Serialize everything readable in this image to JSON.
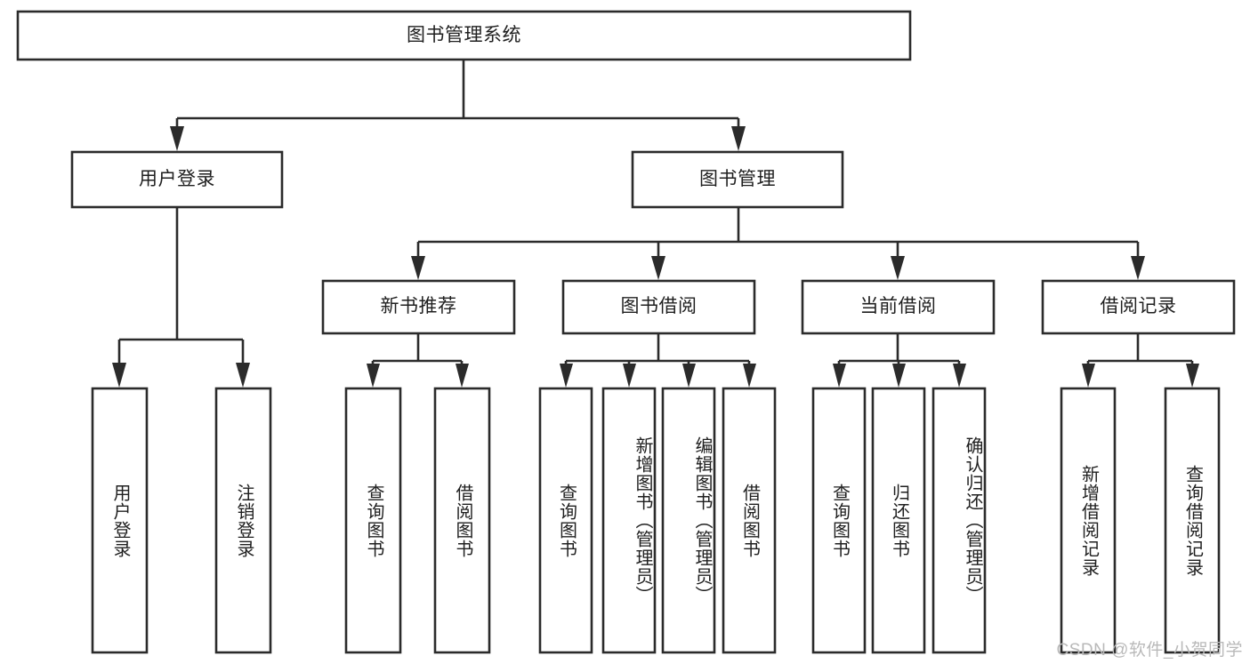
{
  "diagram": {
    "type": "tree",
    "title": "图书管理系统",
    "watermark": "CSDN @软件_小贺同学",
    "colors": {
      "background": "#ffffff",
      "stroke": "#2b2b2b",
      "box_fill": "#ffffff",
      "text": "#1f1f1f",
      "watermark": "#b9b9b9"
    },
    "root": {
      "label": "图书管理系统"
    },
    "level2": [
      {
        "label": "用户登录"
      },
      {
        "label": "图书管理"
      }
    ],
    "level3": [
      {
        "label": "新书推荐"
      },
      {
        "label": "图书借阅"
      },
      {
        "label": "当前借阅"
      },
      {
        "label": "借阅记录"
      }
    ],
    "leaves": {
      "user_login": [
        {
          "label": "用户登录"
        },
        {
          "label": "注销登录"
        }
      ],
      "new_book_recommend": [
        {
          "label": "查询图书"
        },
        {
          "label": "借阅图书"
        }
      ],
      "book_borrow": [
        {
          "label": "查询图书"
        },
        {
          "label": "新增图书（管理员）"
        },
        {
          "label": "编辑图书（管理员）"
        },
        {
          "label": "借阅图书"
        }
      ],
      "current_borrow": [
        {
          "label": "查询图书"
        },
        {
          "label": "归还图书"
        },
        {
          "label": "确认归还（管理员）"
        }
      ],
      "borrow_record": [
        {
          "label": "新增借阅记录"
        },
        {
          "label": "查询借阅记录"
        }
      ]
    }
  }
}
